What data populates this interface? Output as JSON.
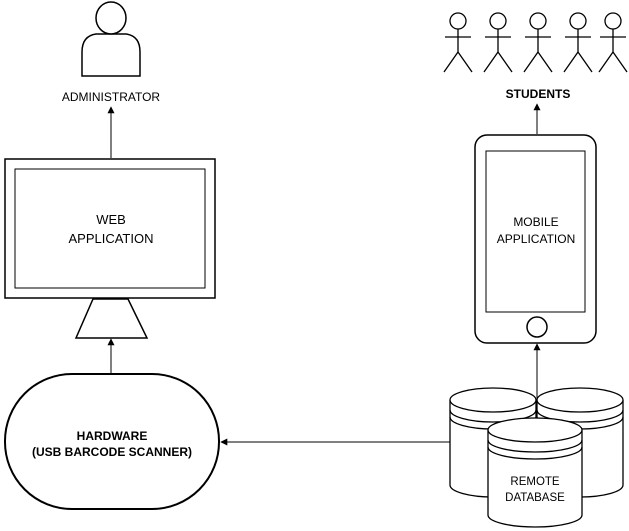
{
  "administrator": {
    "label": "ADMINISTRATOR",
    "icon": "user-silhouette-icon"
  },
  "students": {
    "label": "STUDENTS",
    "icon": "stick-figure-icon",
    "figure_count": 5
  },
  "web_application": {
    "line1": "WEB",
    "line2": "APPLICATION",
    "icon": "monitor-icon"
  },
  "mobile_application": {
    "line1": "MOBILE",
    "line2": "APPLICATION",
    "icon": "smartphone-icon"
  },
  "hardware": {
    "line1": "HARDWARE",
    "line2": "(USB BARCODE SCANNER)"
  },
  "remote_database": {
    "line1": "REMOTE",
    "line2": "DATABASE",
    "icon": "database-cylinder-icon"
  },
  "colors": {
    "stroke": "#000000",
    "fill": "#ffffff"
  }
}
